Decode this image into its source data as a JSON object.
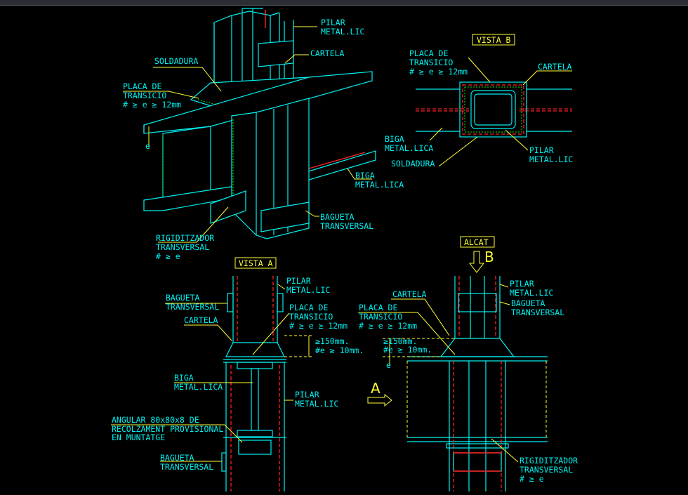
{
  "labels": {
    "iso_pilar": [
      "PILAR",
      "METAL.LIC"
    ],
    "iso_cartela": "CARTELA",
    "iso_soldadura": "SOLDADURA",
    "iso_placa": [
      "PLACA DE",
      "TRANSICIO",
      "# ≥ e ≥ 12mm"
    ],
    "iso_e": "e",
    "iso_biga": [
      "BIGA",
      "METAL.LICA"
    ],
    "iso_bagueta": [
      "BAGUETA",
      "TRANSVERSAL"
    ],
    "iso_rigid": [
      "RIGIDITZADOR",
      "TRANSVERSAL",
      "# ≥ e"
    ],
    "vb_title": "VISTA B",
    "vb_placa": [
      "PLACA DE",
      "TRANSICIO",
      "# ≥ e ≥ 12mm"
    ],
    "vb_cartela": "CARTELA",
    "vb_biga": [
      "BIGA",
      "METAL.LICA"
    ],
    "vb_soldadura": "SOLDADURA",
    "vb_pilar": [
      "PILAR",
      "METAL.LIC"
    ],
    "va_title": "VISTA A",
    "va_bagueta": [
      "BAGUETA",
      "TRANSVERSAL"
    ],
    "va_cartela": "CARTELA",
    "va_pilar_top": [
      "PILAR",
      "METAL.LIC"
    ],
    "va_placa": [
      "PLACA DE",
      "TRANSICIO",
      "# ≥ e ≥ 12mm"
    ],
    "va_dims": [
      "≥150mm.",
      "#e ≥ 10mm."
    ],
    "va_biga": [
      "BIGA",
      "METAL.LICA"
    ],
    "va_pilar_bot": [
      "PILAR",
      "METAL.LIC"
    ],
    "va_angular": [
      "ANGULAR 80x80x8 DE",
      "RECOLZAMENT PROVISIONAL",
      "EN MUNTATGE"
    ],
    "va_bagueta_bot": [
      "BAGUETA",
      "TRANSVERSAL"
    ],
    "alcat_title": "ALCAT",
    "alcat_arrow_label": "B",
    "section_a_label": "A",
    "al_cartela": "CARTELA",
    "al_placa": [
      "PLACA DE",
      "TRANSICIO",
      "# ≥ e ≥ 12mm"
    ],
    "al_dims": [
      "≥150mm.",
      "#e ≥ 10mm."
    ],
    "al_e": "e",
    "al_pilar": [
      "PILAR",
      "METAL.LIC"
    ],
    "al_bagueta": [
      "BAGUETA",
      "TRANSVERSAL"
    ],
    "al_rigid": [
      "RIGIDITZADOR",
      "TRANSVERSAL",
      "# ≥ e"
    ]
  },
  "colors": {
    "background": "#000000",
    "geometry": "#00f0f0",
    "labels": "#00f0f0",
    "titles": "#ffff33",
    "leaders": "#ffff33",
    "weld_hidden": "#ff2020",
    "welds": "#00f000"
  }
}
